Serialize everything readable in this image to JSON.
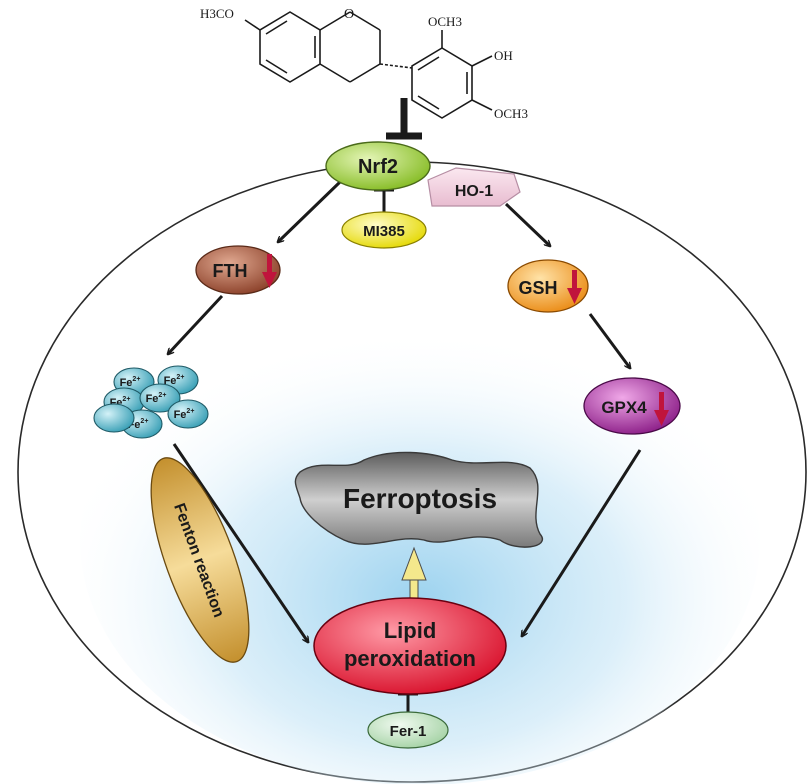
{
  "molecule": {
    "substituent_top_left": "H3CO",
    "substituent_top_right": "OCH3",
    "substituent_right": "OH",
    "substituent_bottom_right": "OCH3",
    "ring_oxygen": "O"
  },
  "nodes": {
    "nrf2": "Nrf2",
    "ho1": "HO-1",
    "ml385": "MI385",
    "fth": "FTH",
    "gsh": "GSH",
    "gpx4": "GPX4",
    "iron": "Fe",
    "iron_charge": "2+",
    "fenton": "Fenton reaction",
    "ferroptosis": "Ferroptosis",
    "lipid_line1": "Lipid",
    "lipid_line2": "peroxidation",
    "fer1": "Fer-1"
  },
  "colors": {
    "nrf2": "#9ccc3a",
    "ho1": "#f2d3e0",
    "ml385": "#f3ea1c",
    "fth": "#a0523a",
    "gsh": "#f4a030",
    "gpx4": "#a4329a",
    "iron": "#56b6c8",
    "fenton": "#d9ac4c",
    "ferroptosis": "#8c8c8c",
    "lipid": "#e8243a",
    "fer1": "#b7dcb7",
    "down_arrow": "#c0143c"
  }
}
